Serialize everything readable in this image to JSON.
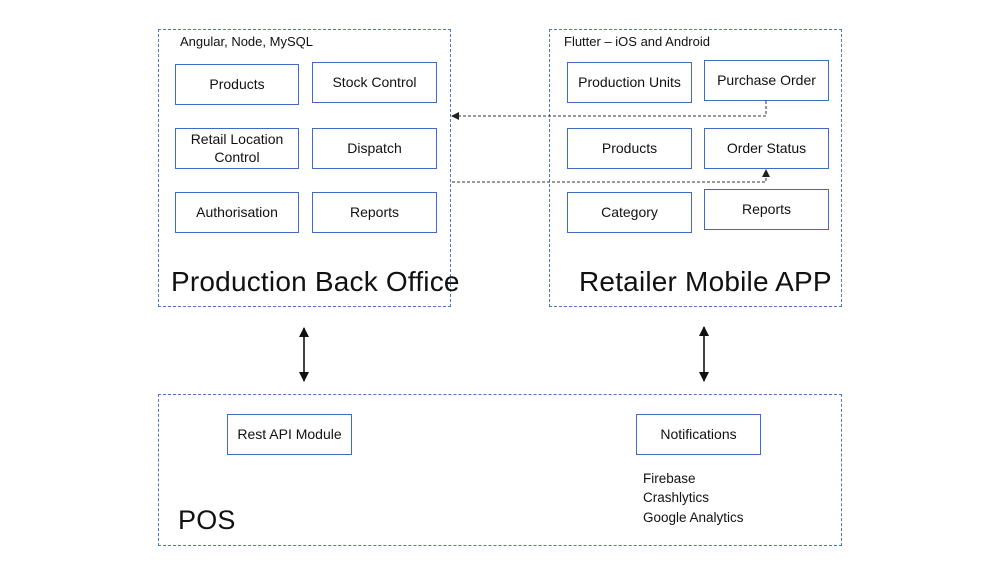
{
  "back_office": {
    "tech": "Angular, Node, MySQL",
    "title": "Production Back Office",
    "modules": [
      "Products",
      "Stock Control",
      "Retail Location Control",
      "Dispatch",
      "Authorisation",
      "Reports"
    ]
  },
  "mobile_app": {
    "tech": "Flutter – iOS and Android",
    "title": "Retailer Mobile APP",
    "modules": [
      "Production Units",
      "Purchase Order",
      "Products",
      "Order Status",
      "Category",
      "Reports"
    ]
  },
  "pos": {
    "title": "POS",
    "rest_api": "Rest API Module",
    "notifications": "Notifications",
    "services": [
      "Firebase",
      "Crashlytics",
      "Google Analytics"
    ]
  },
  "colors": {
    "border": "#3d6cc0",
    "dashed": "#4a78c2",
    "arrow": "#222222"
  }
}
